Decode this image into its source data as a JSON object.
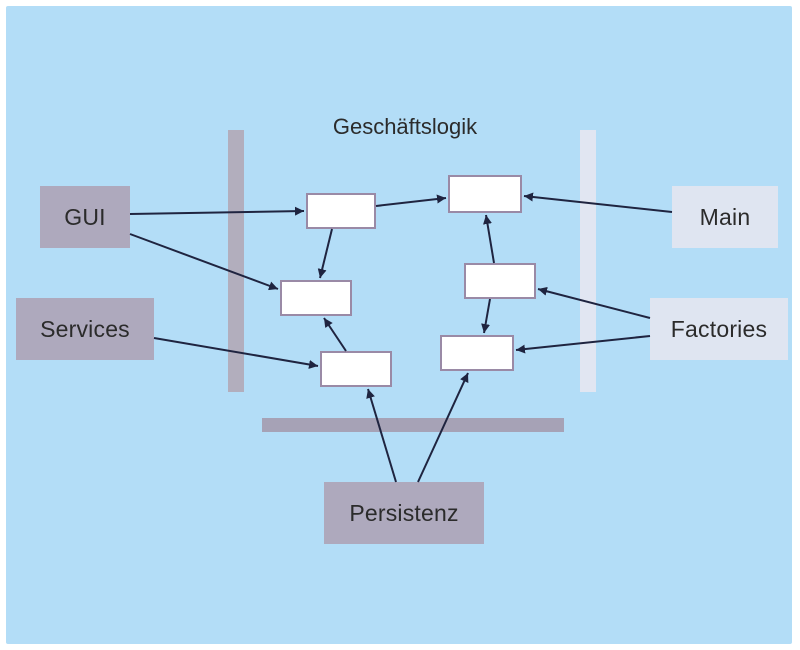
{
  "colors": {
    "background": "#b3ddf7",
    "dark_box": "#aea9bd",
    "light_box": "#dfe5f1",
    "left_divider": "#b2aebd",
    "right_divider": "#e1e6f2",
    "bottom_divider": "#a6a2b6",
    "node_border": "#9a8aa6",
    "arrow": "#1f2440"
  },
  "diagram": {
    "title": "Geschäftslogik",
    "outer": {
      "gui": "GUI",
      "services": "Services",
      "main": "Main",
      "factories": "Factories",
      "persistence": "Persistenz"
    },
    "node_count": 6
  }
}
